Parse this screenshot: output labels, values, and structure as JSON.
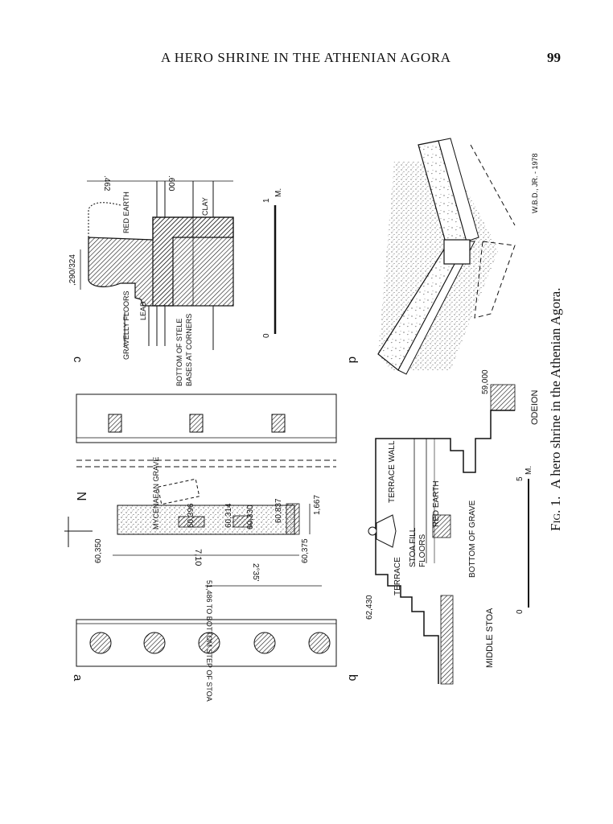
{
  "running_head": "A HERO SHRINE IN THE ATHENIAN AGORA",
  "page_number": "99",
  "caption": {
    "fig_label": "Fig. 1.",
    "text": "A hero shrine in the Athenian Agora."
  },
  "panel_a": {
    "letter": "a",
    "north": "N",
    "elev_left": "60,350",
    "elev_1": "60,396",
    "elev_2": "60,314",
    "elev_3": "60,330",
    "elev_4": "60,837",
    "elev_5": "60,375",
    "length": "7,10",
    "width": "1,667",
    "angle": "2°35'",
    "grave": "MYCENAEAN GRAVE",
    "stoa_step": "51,486 TO BOTTOM STEP OF STOA"
  },
  "panel_b": {
    "letter": "b",
    "elev_stoa": "62,430",
    "elev_odeion": "59,000",
    "terrace": "TERRACE",
    "terrace_wall": "TERRACE WALL",
    "stoa_fill": "STOA FILL",
    "floors": "FLOORS",
    "red_earth": "RED EARTH",
    "bottom_grave": "BOTTOM OF GRAVE",
    "middle_stoa": "MIDDLE STOA",
    "odeion": "ODEION",
    "scale_zero": "0",
    "scale_max": "5",
    "scale_unit": "M."
  },
  "panel_c": {
    "letter": "c",
    "gravelly": "GRAVELLY FLOORS",
    "lead": "LEAD",
    "bottom_stele_1": "BOTTOM OF STELE",
    "bottom_stele_2": "BASES AT CORNERS",
    "red_earth": "RED EARTH",
    "clay": "CLAY",
    "dim_top": ",290/324",
    "dim_462": ".462",
    "dim_600": ".600",
    "scale_zero": "0",
    "scale_max": "1",
    "scale_unit": "M."
  },
  "panel_d": {
    "letter": "d",
    "signature": "W.B.D., JR. - 1978"
  }
}
